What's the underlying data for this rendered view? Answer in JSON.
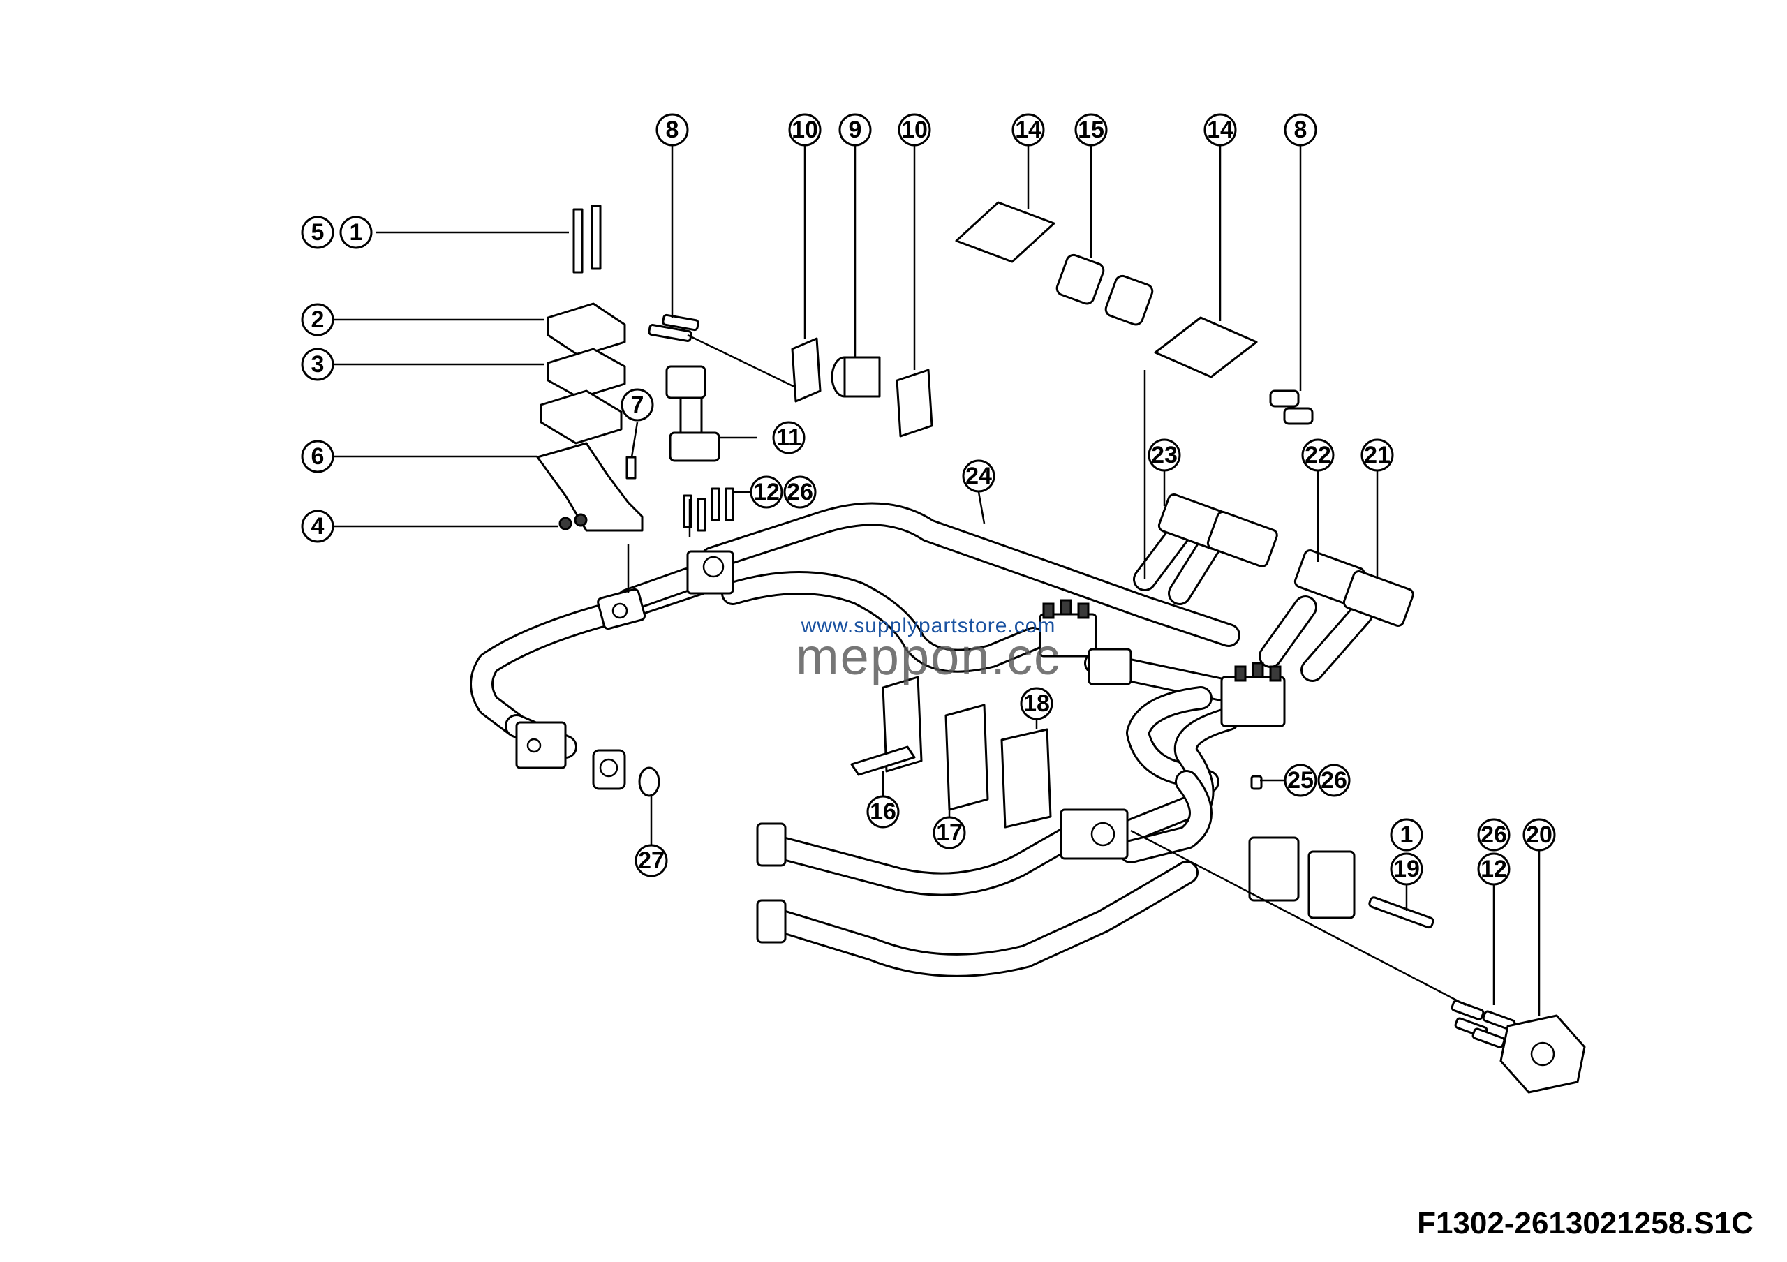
{
  "drawing": {
    "code": "F1302-2613021258.S1C",
    "watermark_url": "www.supplypartstore.com",
    "watermark_logo": "meppon.cc"
  },
  "callouts": [
    {
      "id": "c-5",
      "label": "5"
    },
    {
      "id": "c-1a",
      "label": "1"
    },
    {
      "id": "c-2",
      "label": "2"
    },
    {
      "id": "c-3",
      "label": "3"
    },
    {
      "id": "c-6",
      "label": "6"
    },
    {
      "id": "c-4",
      "label": "4"
    },
    {
      "id": "c-7",
      "label": "7"
    },
    {
      "id": "c-8a",
      "label": "8"
    },
    {
      "id": "c-10a",
      "label": "10"
    },
    {
      "id": "c-9",
      "label": "9"
    },
    {
      "id": "c-10b",
      "label": "10"
    },
    {
      "id": "c-11",
      "label": "11"
    },
    {
      "id": "c-12a",
      "label": "12"
    },
    {
      "id": "c-26a",
      "label": "26"
    },
    {
      "id": "c-24",
      "label": "24"
    },
    {
      "id": "c-14a",
      "label": "14"
    },
    {
      "id": "c-15",
      "label": "15"
    },
    {
      "id": "c-14b",
      "label": "14"
    },
    {
      "id": "c-8b",
      "label": "8"
    },
    {
      "id": "c-23",
      "label": "23"
    },
    {
      "id": "c-22",
      "label": "22"
    },
    {
      "id": "c-21",
      "label": "21"
    },
    {
      "id": "c-18",
      "label": "18"
    },
    {
      "id": "c-16",
      "label": "16"
    },
    {
      "id": "c-17",
      "label": "17"
    },
    {
      "id": "c-25",
      "label": "25"
    },
    {
      "id": "c-26b",
      "label": "26"
    },
    {
      "id": "c-27",
      "label": "27"
    },
    {
      "id": "c-1b",
      "label": "1"
    },
    {
      "id": "c-19",
      "label": "19"
    },
    {
      "id": "c-26c",
      "label": "26"
    },
    {
      "id": "c-12b",
      "label": "12"
    },
    {
      "id": "c-20",
      "label": "20"
    }
  ]
}
